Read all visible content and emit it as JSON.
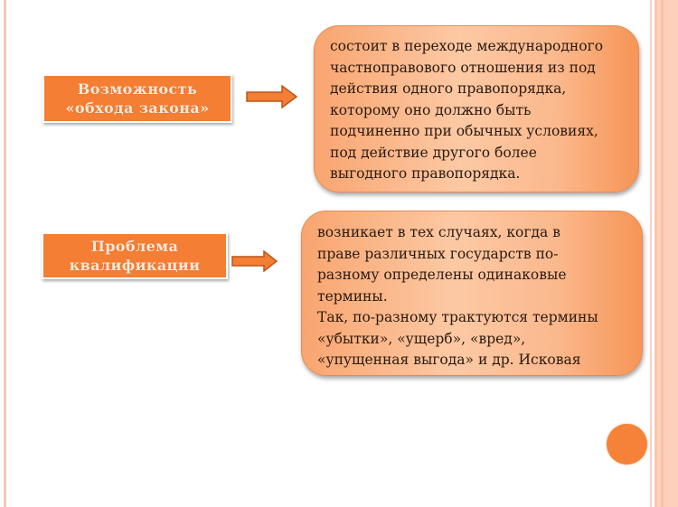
{
  "slide": {
    "rows": [
      {
        "label": {
          "lines": [
            "Возможность",
            "«обхода закона»"
          ]
        },
        "description": {
          "lines": [
            "состоит в переходе международного",
            "частноправового отношения из под",
            "действия одного правопорядка,",
            "которому оно должно быть",
            "подчиненно при обычных условиях,",
            "под действие другого более",
            "выгодного правопорядка."
          ]
        }
      },
      {
        "label": {
          "lines": [
            "Проблема",
            "квалификации"
          ]
        },
        "description": {
          "lines": [
            "возникает в тех случаях, когда в",
            "праве различных государств по-",
            "разному определены одинаковые",
            "термины.",
            "Так, по-разному трактуются термины",
            "«убытки», «ущерб», «вред»,",
            "«упущенная выгода» и др. Исковая"
          ]
        }
      }
    ],
    "icons": {
      "arrow": "right-arrow-icon",
      "decoration": "orange-circle"
    },
    "colors": {
      "accent": "#f47e33",
      "box_fill_light": "#fcc9a4",
      "box_fill_dark": "#f69556",
      "band": "#fcd0ba"
    }
  }
}
